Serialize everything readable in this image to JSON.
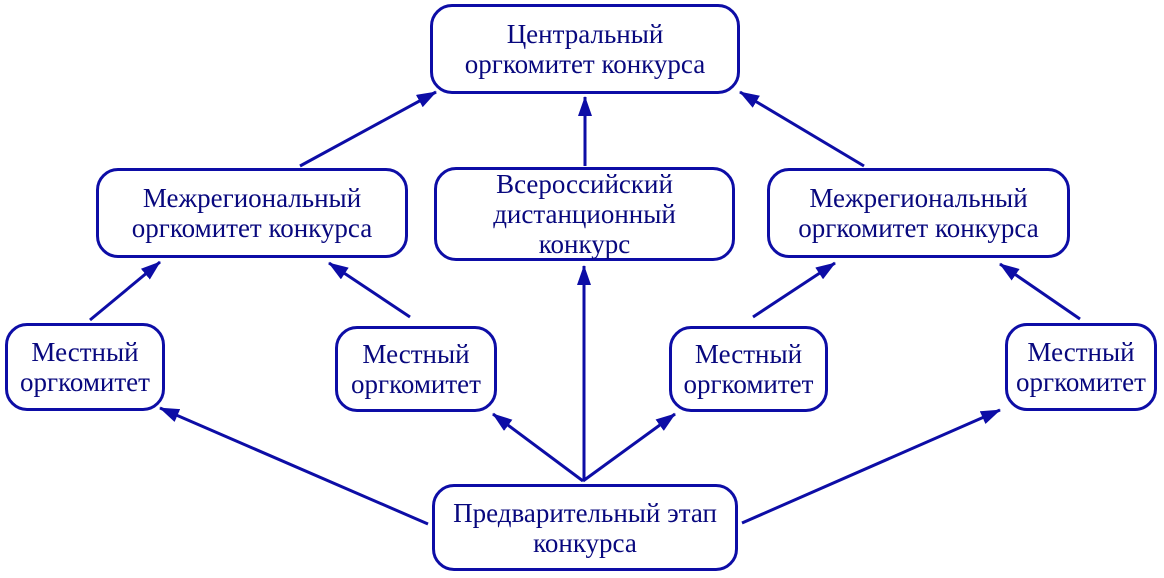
{
  "diagram": {
    "colors": {
      "line": "#0d0da6",
      "text": "#08087e",
      "background": "#ffffff"
    },
    "nodes": {
      "central": {
        "lines": [
          "Центральный",
          "оргкомитет конкурса"
        ]
      },
      "interregional_left": {
        "lines": [
          "Межрегиональный",
          "оргкомитет конкурса"
        ]
      },
      "allrussian": {
        "lines": [
          "Всероссийский",
          "дистанционный",
          "конкурс"
        ]
      },
      "interregional_right": {
        "lines": [
          "Межрегиональный",
          "оргкомитет конкурса"
        ]
      },
      "local_1": {
        "lines": [
          "Местный",
          "оргкомитет"
        ]
      },
      "local_2": {
        "lines": [
          "Местный",
          "оргкомитет"
        ]
      },
      "local_3": {
        "lines": [
          "Местный",
          "оргкомитет"
        ]
      },
      "local_4": {
        "lines": [
          "Местный",
          "оргкомитет"
        ]
      },
      "preliminary": {
        "lines": [
          "Предварительный этап",
          "конкурса"
        ]
      }
    },
    "edges": [
      {
        "from": "interregional_left",
        "to": "central"
      },
      {
        "from": "allrussian",
        "to": "central"
      },
      {
        "from": "interregional_right",
        "to": "central"
      },
      {
        "from": "local_1",
        "to": "interregional_left"
      },
      {
        "from": "local_2",
        "to": "interregional_left"
      },
      {
        "from": "local_3",
        "to": "interregional_right"
      },
      {
        "from": "local_4",
        "to": "interregional_right"
      },
      {
        "from": "preliminary",
        "to": "local_1"
      },
      {
        "from": "preliminary",
        "to": "local_2"
      },
      {
        "from": "preliminary",
        "to": "allrussian"
      },
      {
        "from": "preliminary",
        "to": "local_3"
      },
      {
        "from": "preliminary",
        "to": "local_4"
      }
    ]
  }
}
